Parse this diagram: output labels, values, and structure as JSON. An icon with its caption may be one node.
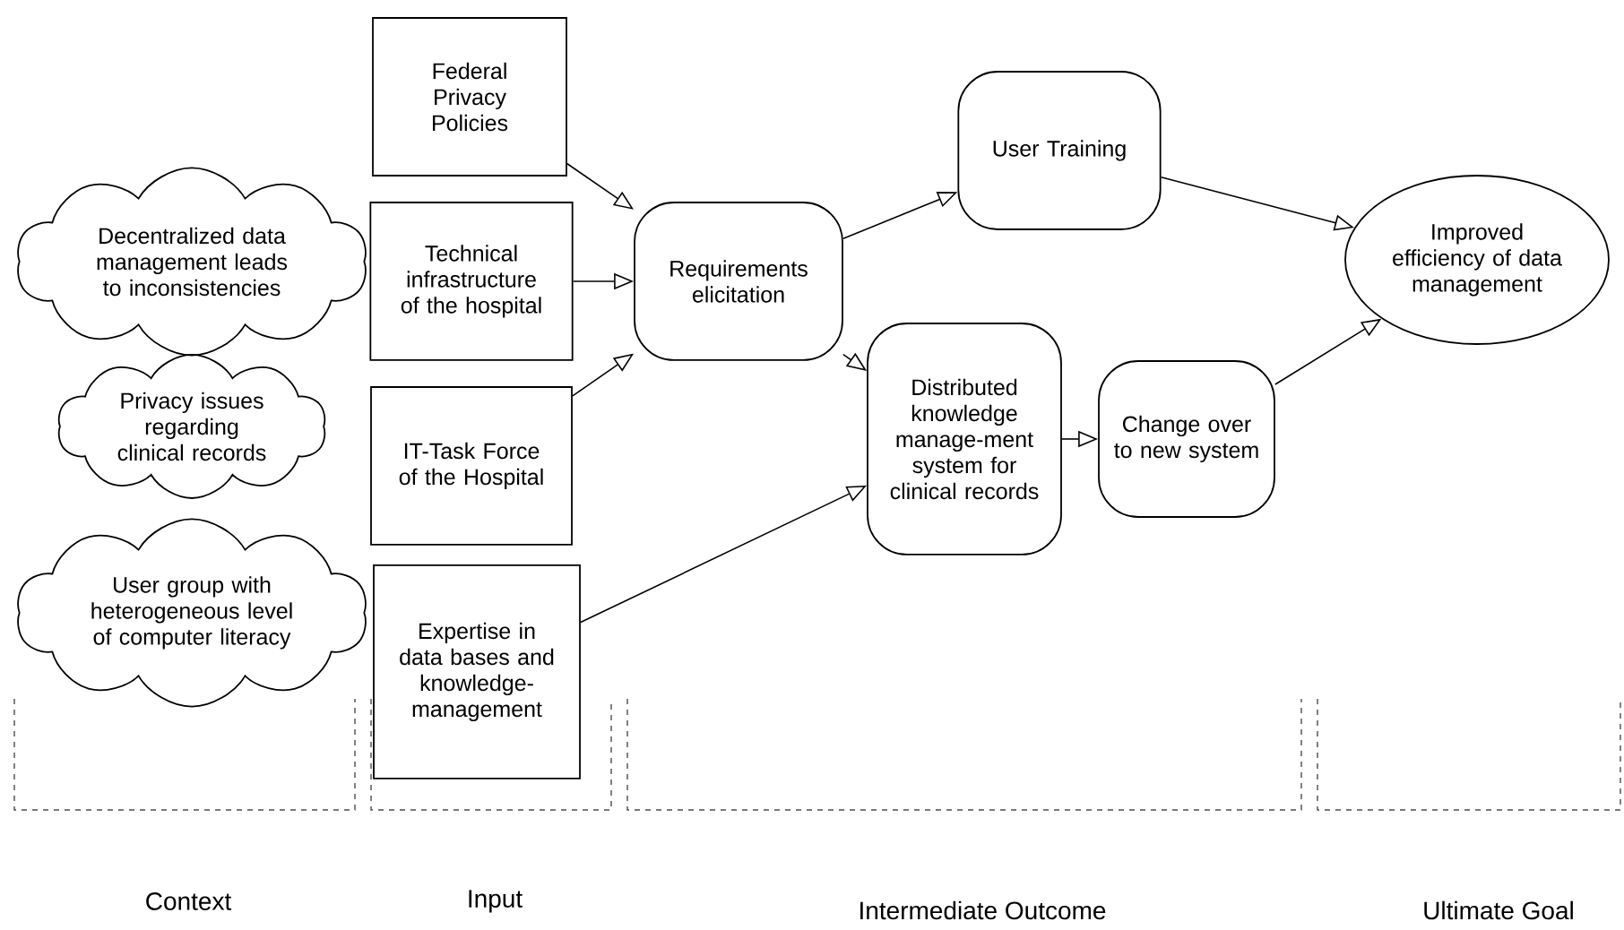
{
  "diagram": {
    "nodes": [
      {
        "text": [
          "Decentralized data management leads to inconsistencies"
        ]
      },
      {
        "text": [
          "Privacy issues regarding clinical records"
        ]
      },
      {
        "text": [
          "User group with heterogeneous level of computer literacy"
        ]
      },
      {
        "text": [
          "Federal Privacy Policies"
        ]
      },
      {
        "text": [
          "Technical infrastructure of the hospital"
        ]
      },
      {
        "text": [
          "IT-Task Force of the Hospital"
        ]
      },
      {
        "text": [
          "Expertise in data bases and knowledge-management"
        ]
      },
      {
        "text": [
          "Requirements elicitation"
        ]
      },
      {
        "text": [
          "User Training"
        ]
      },
      {
        "text": [
          "Distributed knowledge manage-ment system for clinical records"
        ]
      },
      {
        "text": [
          "Change over to new system"
        ]
      },
      {
        "text": [
          "Improved efficiency of data management"
        ]
      }
    ],
    "edges": [
      {
        "from": 3,
        "to": 7,
        "arrow": "to"
      },
      {
        "from": 4,
        "to": 7,
        "arrow": "to"
      },
      {
        "from": 5,
        "to": 7,
        "arrow": "to"
      },
      {
        "from": 7,
        "to": 8,
        "arrow": "to"
      },
      {
        "from": 7,
        "to": 9,
        "arrow": "to"
      },
      {
        "from": 6,
        "to": 9,
        "arrow": "to"
      },
      {
        "from": 9,
        "to": 10,
        "arrow": "to"
      },
      {
        "from": 8,
        "to": 11,
        "arrow": "to"
      },
      {
        "from": 10,
        "to": 11,
        "arrow": "to"
      }
    ],
    "labels": [
      "Context",
      "Input",
      "Intermediate Outcome",
      "Ultimate Goal"
    ]
  }
}
